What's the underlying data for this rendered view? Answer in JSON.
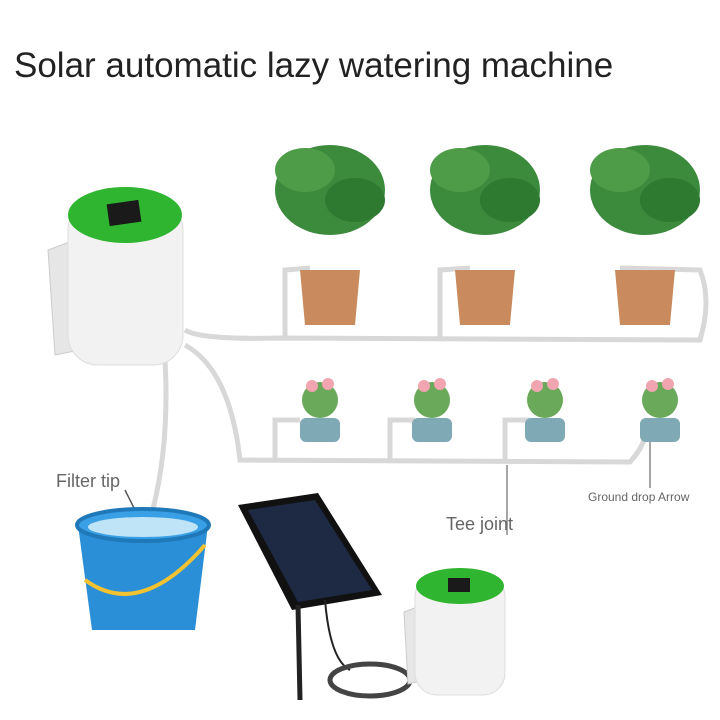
{
  "title": "Solar automatic lazy watering machine",
  "labels": {
    "filter_tip": "Filter tip",
    "tee_joint": "Tee joint",
    "ground_drop_arrow": "Ground drop Arrow"
  },
  "colors": {
    "device_green": "#2fb52f",
    "bucket_blue": "#2a8fd6",
    "pot_terracotta": "#c98b5e",
    "leaf_green": "#3c8a3c",
    "solar_panel": "#1e2a44"
  }
}
